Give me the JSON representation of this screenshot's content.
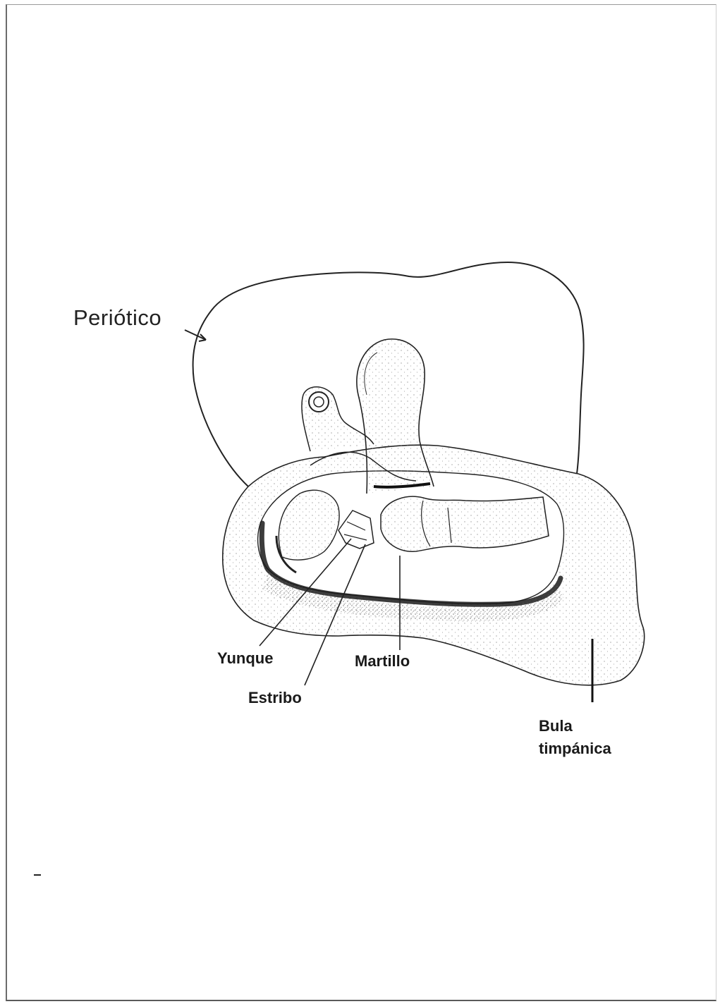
{
  "labels": {
    "periotico": "Periótico",
    "yunque": "Yunque",
    "martillo": "Martillo",
    "estribo": "Estribo",
    "bula_line1": "Bula",
    "bula_line2": "timpánica"
  },
  "colors": {
    "ink": "#1a1a1a",
    "stipple": "#555555",
    "paper": "#ffffff"
  }
}
